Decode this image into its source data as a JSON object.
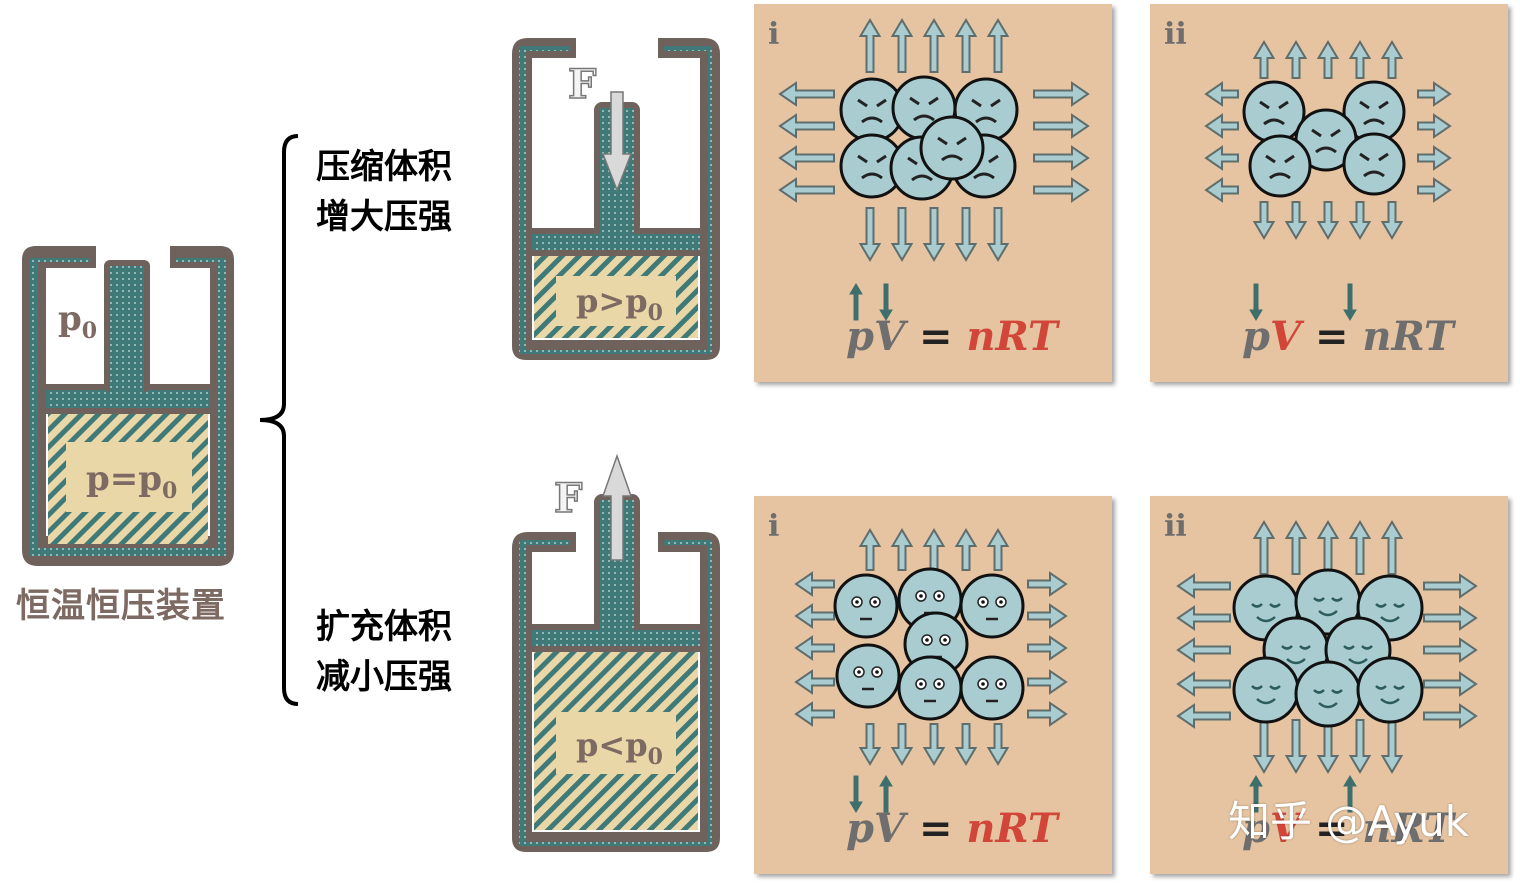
{
  "left_device": {
    "label_top": "p",
    "label_top_sub": "0",
    "label_bottom": "p=p",
    "label_bottom_sub": "0",
    "caption": "恒温恒压装置"
  },
  "branches": {
    "compress": {
      "line1": "压缩体积",
      "line2": "增大压强",
      "force": "F",
      "gas_label": "p>p",
      "gas_sub": "0"
    },
    "expand": {
      "line1": "扩充体积",
      "line2": "减小压强",
      "force": "F",
      "gas_label": "p<p",
      "gas_sub": "0"
    }
  },
  "panels": [
    {
      "id": "compress-i",
      "roman": "i",
      "eq": [
        "p",
        "V",
        " = ",
        "nRT"
      ],
      "arrows_note": "up-down"
    },
    {
      "id": "compress-ii",
      "roman": "ii",
      "eq": [
        "p",
        "V",
        " = ",
        "nRT"
      ],
      "arrows_note": "down-down"
    },
    {
      "id": "expand-i",
      "roman": "i",
      "eq": [
        "p",
        "V",
        " = ",
        "nRT"
      ],
      "arrows_note": "down-up"
    },
    {
      "id": "expand-ii",
      "roman": "ii",
      "eq": [
        "p",
        "V",
        " = ",
        "nRT"
      ],
      "arrows_note": "up-up"
    }
  ],
  "watermark": "知乎 @Ayuk",
  "colors": {
    "wall": "#6f625c",
    "wall_fill": "#3f7a78",
    "gas": "#e9d7a8",
    "hatch": "#3f7a78",
    "panel_bg": "#e6c4a1",
    "molecule": "#a9ccd1",
    "arrow_fill": "#a9ccd1",
    "arrow_stroke": "#5f6e6c",
    "eq_gray": "#6e6e6e",
    "eq_red": "#d2463a"
  }
}
